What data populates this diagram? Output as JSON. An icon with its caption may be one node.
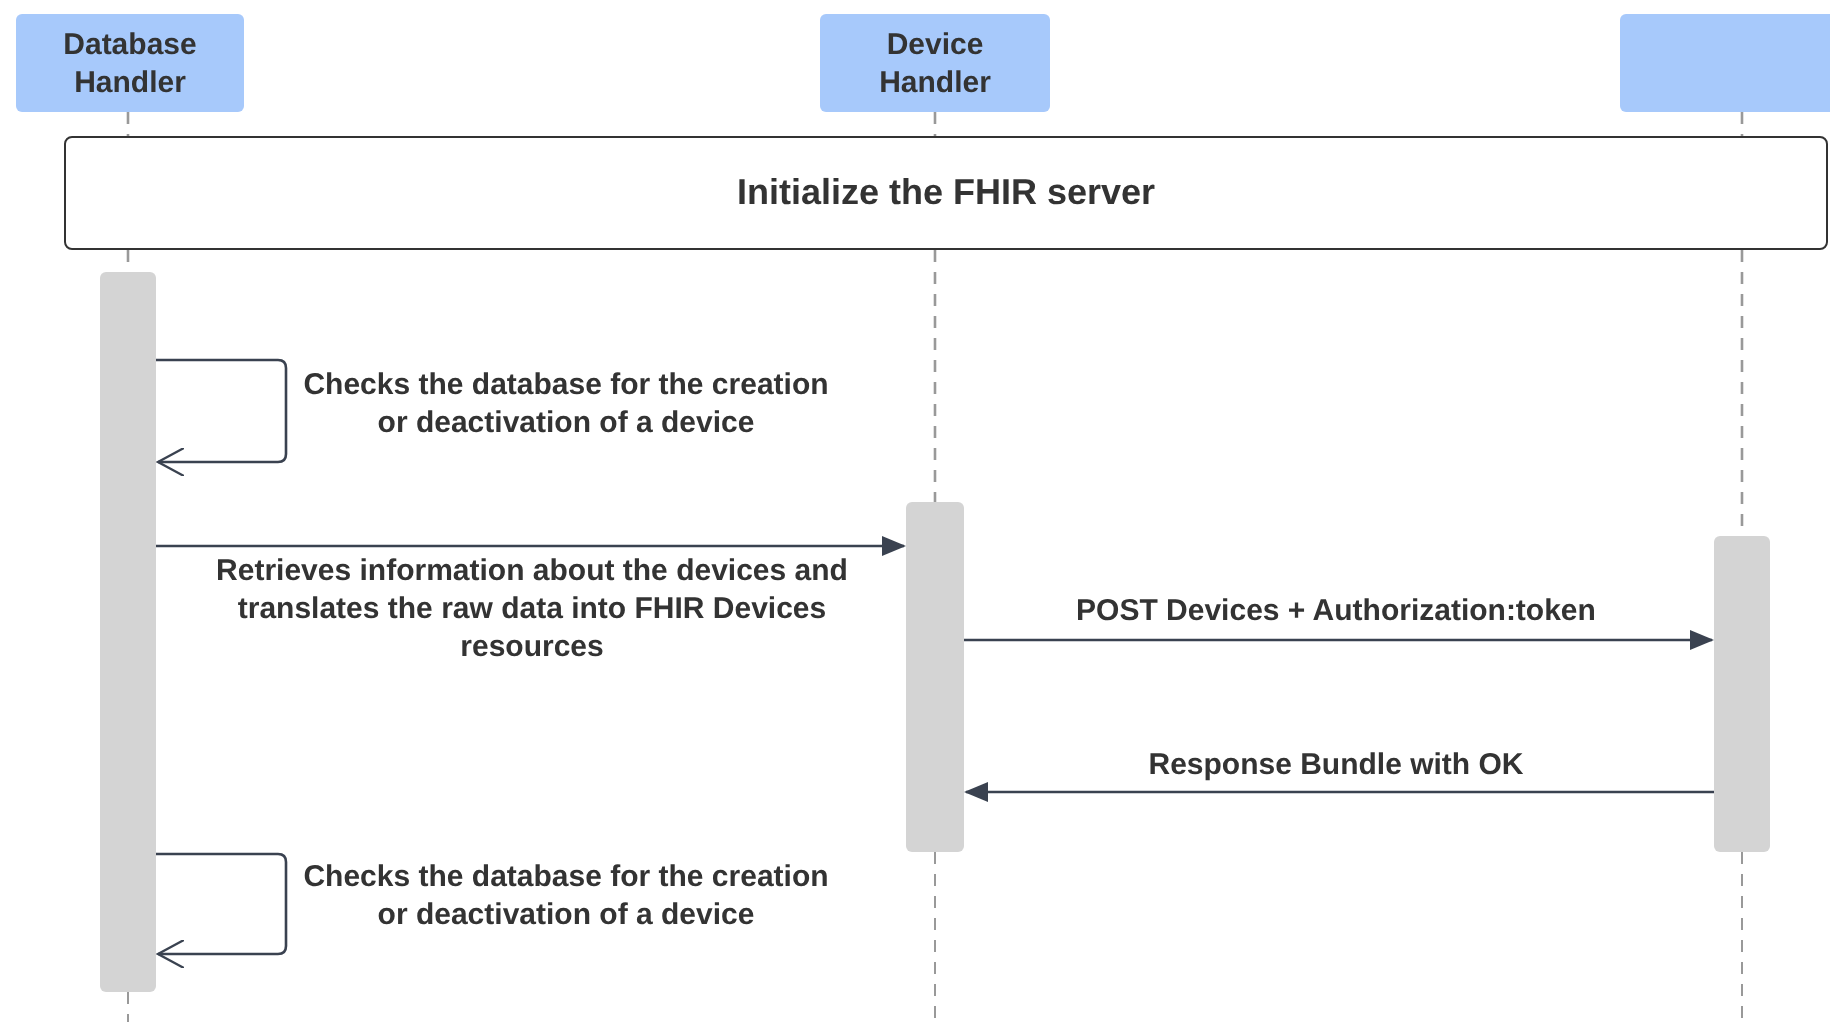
{
  "diagram": {
    "nodes": [
      {
        "text": [
          "Database Handler"
        ]
      },
      {
        "text": [
          "Device Handler"
        ]
      },
      {
        "text": [],
        "shape": "box"
      },
      {
        "text": [
          "Initialize the FHIR server"
        ]
      },
      {
        "text": [],
        "shape": "bar"
      },
      {
        "text": [],
        "shape": "bar"
      },
      {
        "text": [],
        "shape": "bar"
      }
    ],
    "edges": [
      {
        "from": 0,
        "to": 3,
        "arrow": "none",
        "style": "dashed"
      },
      {
        "from": 3,
        "to": 4,
        "arrow": "none",
        "style": "dashed"
      },
      {
        "from": 1,
        "to": 3,
        "arrow": "none",
        "style": "dashed"
      },
      {
        "from": 3,
        "to": 5,
        "arrow": "none",
        "style": "dashed"
      },
      {
        "from": 2,
        "to": 3,
        "arrow": "none",
        "style": "dashed"
      },
      {
        "from": 3,
        "to": 6,
        "arrow": "none",
        "style": "dashed"
      },
      {
        "from": 4,
        "to": 4,
        "arrow": "to",
        "label": "Checks the database for the creation or deactivation of a device",
        "color": "#3a4250"
      },
      {
        "from": 4,
        "to": 5,
        "arrow": "to",
        "label": "Retrieves information about the devices and translates the raw data into FHIR Devices resources",
        "color": "#3a4250"
      },
      {
        "from": 5,
        "to": 6,
        "arrow": "to",
        "label": "POST Devices + Authorization:token",
        "color": "#3a4250"
      },
      {
        "from": 6,
        "to": 5,
        "arrow": "to",
        "label": "Response Bundle with OK",
        "color": "#3a4250"
      },
      {
        "from": 4,
        "to": 4,
        "arrow": "to",
        "label": "Checks the database for the creation or deactivation of a device",
        "color": "#3a4250"
      }
    ]
  }
}
